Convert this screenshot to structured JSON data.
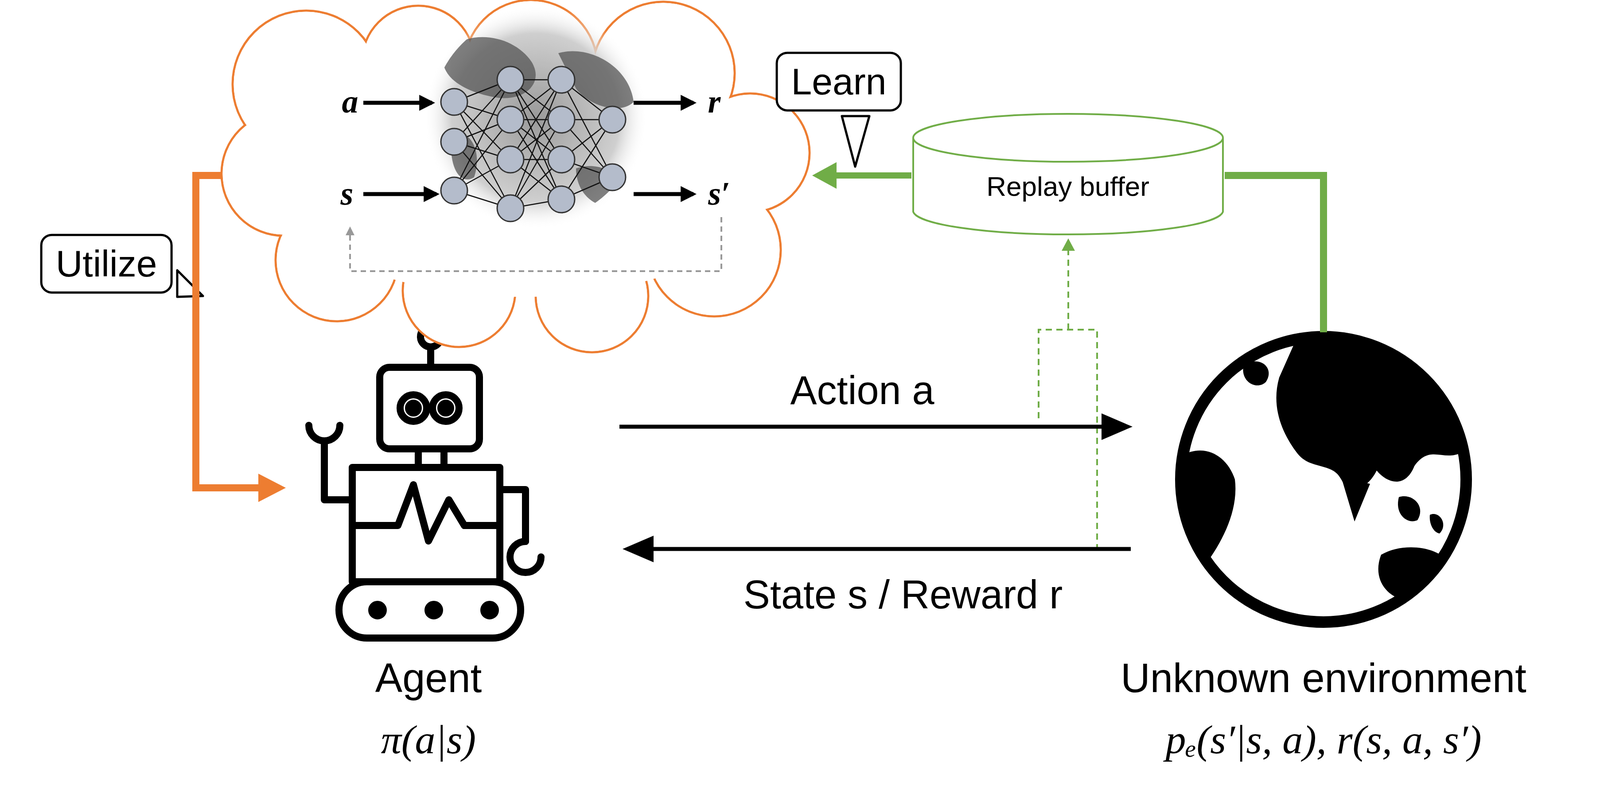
{
  "diagram": {
    "nodes": [
      {
        "text": [
          "a",
          "r",
          "s",
          "s′"
        ]
      },
      {
        "text": [
          "Replay buffer"
        ]
      },
      {
        "text": [
          "Agent",
          "π(a|s)"
        ]
      },
      {
        "text": [
          "Unknown environment",
          "pₑ(s′|s, a), r(s, a, s′)"
        ]
      }
    ],
    "edges": [
      {
        "from": 2,
        "to": 3,
        "label": "Action a",
        "arrow": "to"
      },
      {
        "from": 3,
        "to": 2,
        "label": "State s / Reward r",
        "arrow": "to"
      },
      {
        "from": 3,
        "to": 1,
        "arrow": "none"
      },
      {
        "from": 1,
        "to": 0,
        "label": "Learn",
        "arrow": "to"
      },
      {
        "from": 0,
        "to": 2,
        "label": "Utilize",
        "arrow": "to"
      }
    ]
  }
}
